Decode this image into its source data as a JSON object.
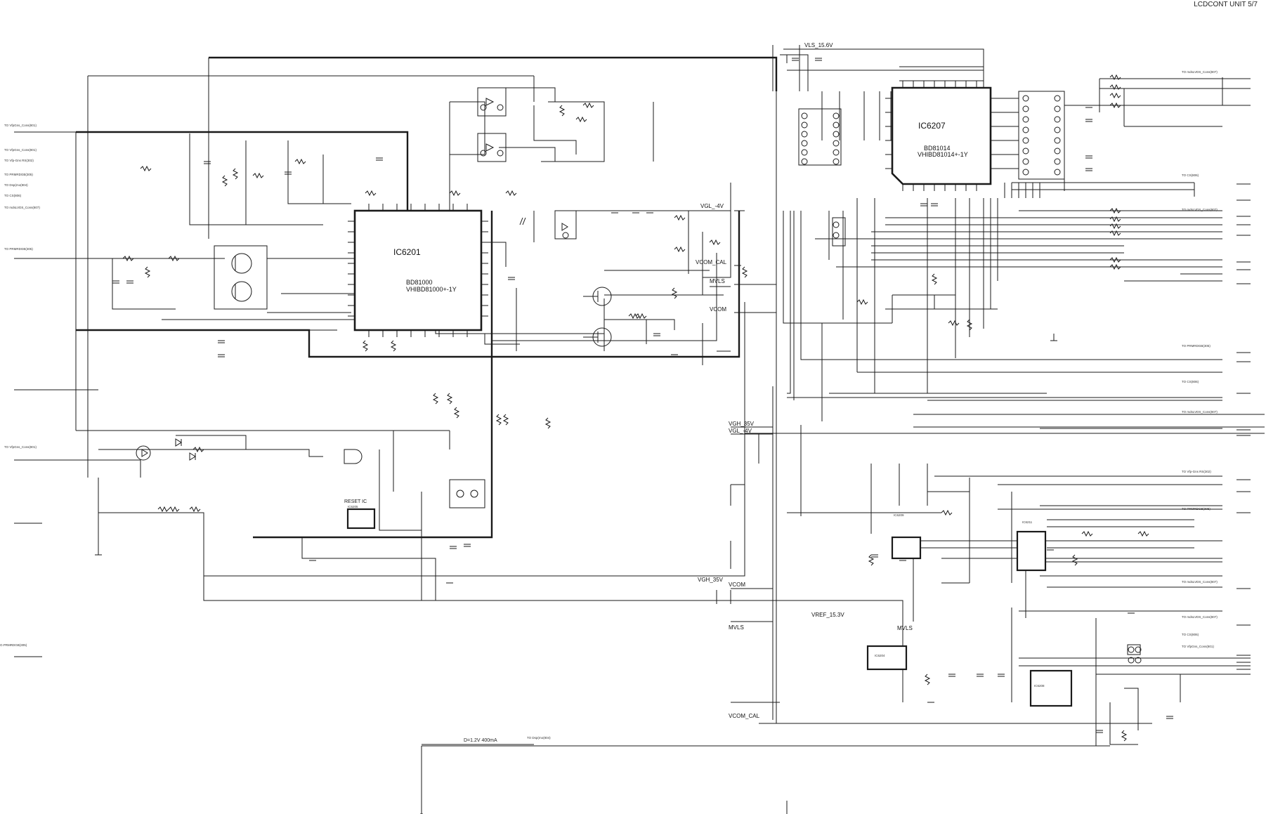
{
  "page": {
    "title": "LCDCONT UNIT 5/7"
  },
  "ics": {
    "ic6201": {
      "ref": "IC6201",
      "part": "BD81000",
      "part2": "VHIBD81000+-1Y"
    },
    "ic6207": {
      "ref": "IC6207",
      "part": "BD81014",
      "part2": "VHIBD81014+-1Y"
    },
    "ic6205": {
      "ref": "IC6205",
      "title": "RESET IC"
    },
    "ic6204": {
      "ref": "IC6204"
    },
    "ic6209": {
      "ref": "IC6209"
    },
    "ic6211": {
      "ref": "IC6211"
    },
    "ic6208": {
      "ref": "IC6208"
    }
  },
  "nets": {
    "vls": "VLS_15.6V",
    "vgl_4v": "VGL_-4V",
    "vcom_cal": "VCOM_CAL",
    "mvls": "MVLS",
    "vcom": "VCOM",
    "vgh_35v": "VGH_35V",
    "vref": "VREF_15.3V"
  },
  "bottom": {
    "current": "D=1.2V 400mA",
    "dest": "TO Dsp(mo(804)"
  },
  "left_connectors": [
    "TO VfpGns_Cons(801)",
    "TO VfpGns_Cons(801)",
    "TO Vfp-Gns RS(302)",
    "TO PRMRDGB(305)",
    "TO Dsp(mo(804)",
    "TO CS(806)",
    "TO mdsLVDS_Cons(807)",
    "TO PRMRDGB(305)",
    "TO VfpGns_Cons(801)"
  ],
  "left_edge": "O.PRMRDGB(305)",
  "right_connectors": [
    "TO mdsLVDS_Cons(807)",
    "TO CS(806)",
    "TO mdsLVDS_Cons(807)",
    "TO PRMRDGB(305)",
    "TO CS(806)",
    "TO mdsLVDS_Cons(807)",
    "TO Vfp-Gns RS(302)",
    "TO PRMRDGB(305)",
    "TO mdsLVDS_Cons(807)",
    "TO mdsLVDS_Cons(807)",
    "TO CS(806)",
    "TO VfpGns_Cons(801)"
  ]
}
